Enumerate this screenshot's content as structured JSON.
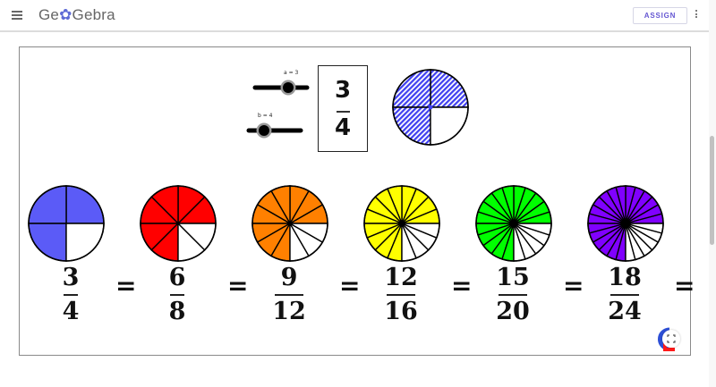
{
  "header": {
    "logo": "GeoGebra",
    "assign_label": "ASSIGN"
  },
  "applet": {
    "sliders": [
      {
        "name": "a",
        "label": "a = 3",
        "value": 3
      },
      {
        "name": "b",
        "label": "b = 4",
        "value": 4
      }
    ],
    "main_fraction": {
      "numerator": "3",
      "denominator": "4"
    },
    "hatched_pie": {
      "parts": 4,
      "filled": 3,
      "color": "#3f3ff0"
    },
    "equivalent_fractions": [
      {
        "numerator": "3",
        "denominator": "4",
        "parts": 4,
        "filled": 3,
        "color": "#5b5bf7"
      },
      {
        "numerator": "6",
        "denominator": "8",
        "parts": 8,
        "filled": 6,
        "color": "#ff0000"
      },
      {
        "numerator": "9",
        "denominator": "12",
        "parts": 12,
        "filled": 9,
        "color": "#ff8000"
      },
      {
        "numerator": "12",
        "denominator": "16",
        "parts": 16,
        "filled": 12,
        "color": "#ffff00"
      },
      {
        "numerator": "15",
        "denominator": "20",
        "parts": 20,
        "filled": 15,
        "color": "#00ff00"
      },
      {
        "numerator": "18",
        "denominator": "24",
        "parts": 24,
        "filled": 18,
        "color": "#8000ff"
      }
    ],
    "equals_sign": "="
  }
}
